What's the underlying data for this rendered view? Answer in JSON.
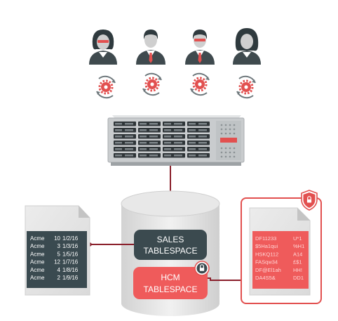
{
  "colors": {
    "accent_red": "#e2504f",
    "hcm_fill": "#ef5b5b",
    "dark_panel": "#3a4a50",
    "server_body": "#c9ccce",
    "server_drive": "#2f3538",
    "doc_page": "#e3e3e3",
    "tablespace_dark": "#3b4a4f",
    "connector": "#8a1f2b",
    "encrypted_text": "#ffd6d6"
  },
  "users": [
    {
      "icon": "female-user-icon"
    },
    {
      "icon": "male-user-icon"
    },
    {
      "icon": "male-user-icon"
    },
    {
      "icon": "female-user-icon"
    }
  ],
  "process_icon": "gear-sync-icon",
  "database": {
    "sales_tablespace": {
      "line1": "SALES",
      "line2": "TABLESPACE"
    },
    "hcm_tablespace": {
      "line1": "HCM",
      "line2": "TABLESPACE"
    }
  },
  "plain_document": {
    "rows": [
      {
        "name": "Acme",
        "amount": "10",
        "date": "1/2/16"
      },
      {
        "name": "Acme",
        "amount": "3",
        "date": "1/3/16"
      },
      {
        "name": "Acme",
        "amount": "5",
        "date": "1/5/16"
      },
      {
        "name": "Acme",
        "amount": "12",
        "date": "1/7/16"
      },
      {
        "name": "Acme",
        "amount": "4",
        "date": "1/8/16"
      },
      {
        "name": "Acme",
        "amount": "2",
        "date": "1/9/16"
      }
    ]
  },
  "encrypted_document": {
    "rows": [
      {
        "a": "DF11233",
        "b": "U*1"
      },
      {
        "a": "$5Ha1qui",
        "b": "%H1"
      },
      {
        "a": "HSKQ112",
        "b": "A14"
      },
      {
        "a": "FASqw34",
        "b": "£$1"
      },
      {
        "a": "DF@El1ah",
        "b": "HH!"
      },
      {
        "a": "DA4S5&",
        "b": "DD1"
      }
    ]
  }
}
